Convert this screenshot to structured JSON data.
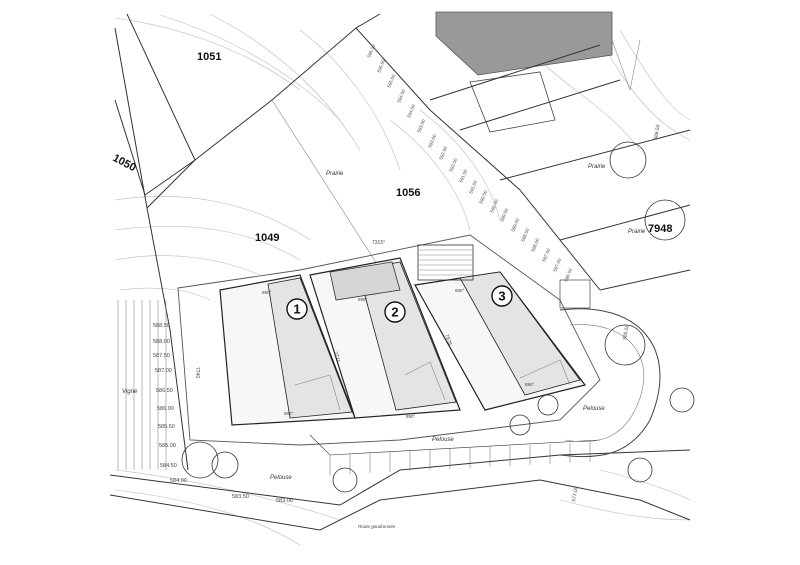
{
  "parcels": {
    "p1051": "1051",
    "p1050": "1050",
    "p1056": "1056",
    "p1049": "1049",
    "p7948": "7948"
  },
  "buildings": {
    "b1": "1",
    "b2": "2",
    "b3": "3"
  },
  "labels": {
    "prairie_1": "Prairie",
    "prairie_2": "Prairie",
    "prairie_3": "Prairie",
    "vigne": "Vigne",
    "pelouse_1": "Pelouse",
    "pelouse_2": "Pelouse",
    "pelouse_3": "Pelouse",
    "route": "Route goudronnée"
  },
  "dimensions": {
    "d7315": "7315°",
    "d7740": "7740",
    "d7771": "7771",
    "d7978": "7978",
    "d890a": "890°",
    "d890b": "890°",
    "d890c": "890°",
    "d890d": "890°",
    "d890e": "890°",
    "d890f": "890°"
  },
  "levels_left": [
    "588.50",
    "588.00",
    "587.50",
    "587.00",
    "586.50",
    "586.00",
    "585.50",
    "585.00",
    "584.50",
    "584.00"
  ],
  "levels_diag": [
    "596.00",
    "595.50",
    "595.00",
    "594.50",
    "594.00",
    "593.50",
    "593.00",
    "592.50",
    "592.00",
    "591.50",
    "591.00",
    "590.50",
    "590.00",
    "589.50",
    "589.00",
    "588.50",
    "588.00",
    "587.50",
    "587.00",
    "586.50"
  ],
  "levels_bottom": [
    "583.50",
    "583.00"
  ],
  "levels_right": [
    "586.50",
    "585.50",
    "577.00"
  ]
}
